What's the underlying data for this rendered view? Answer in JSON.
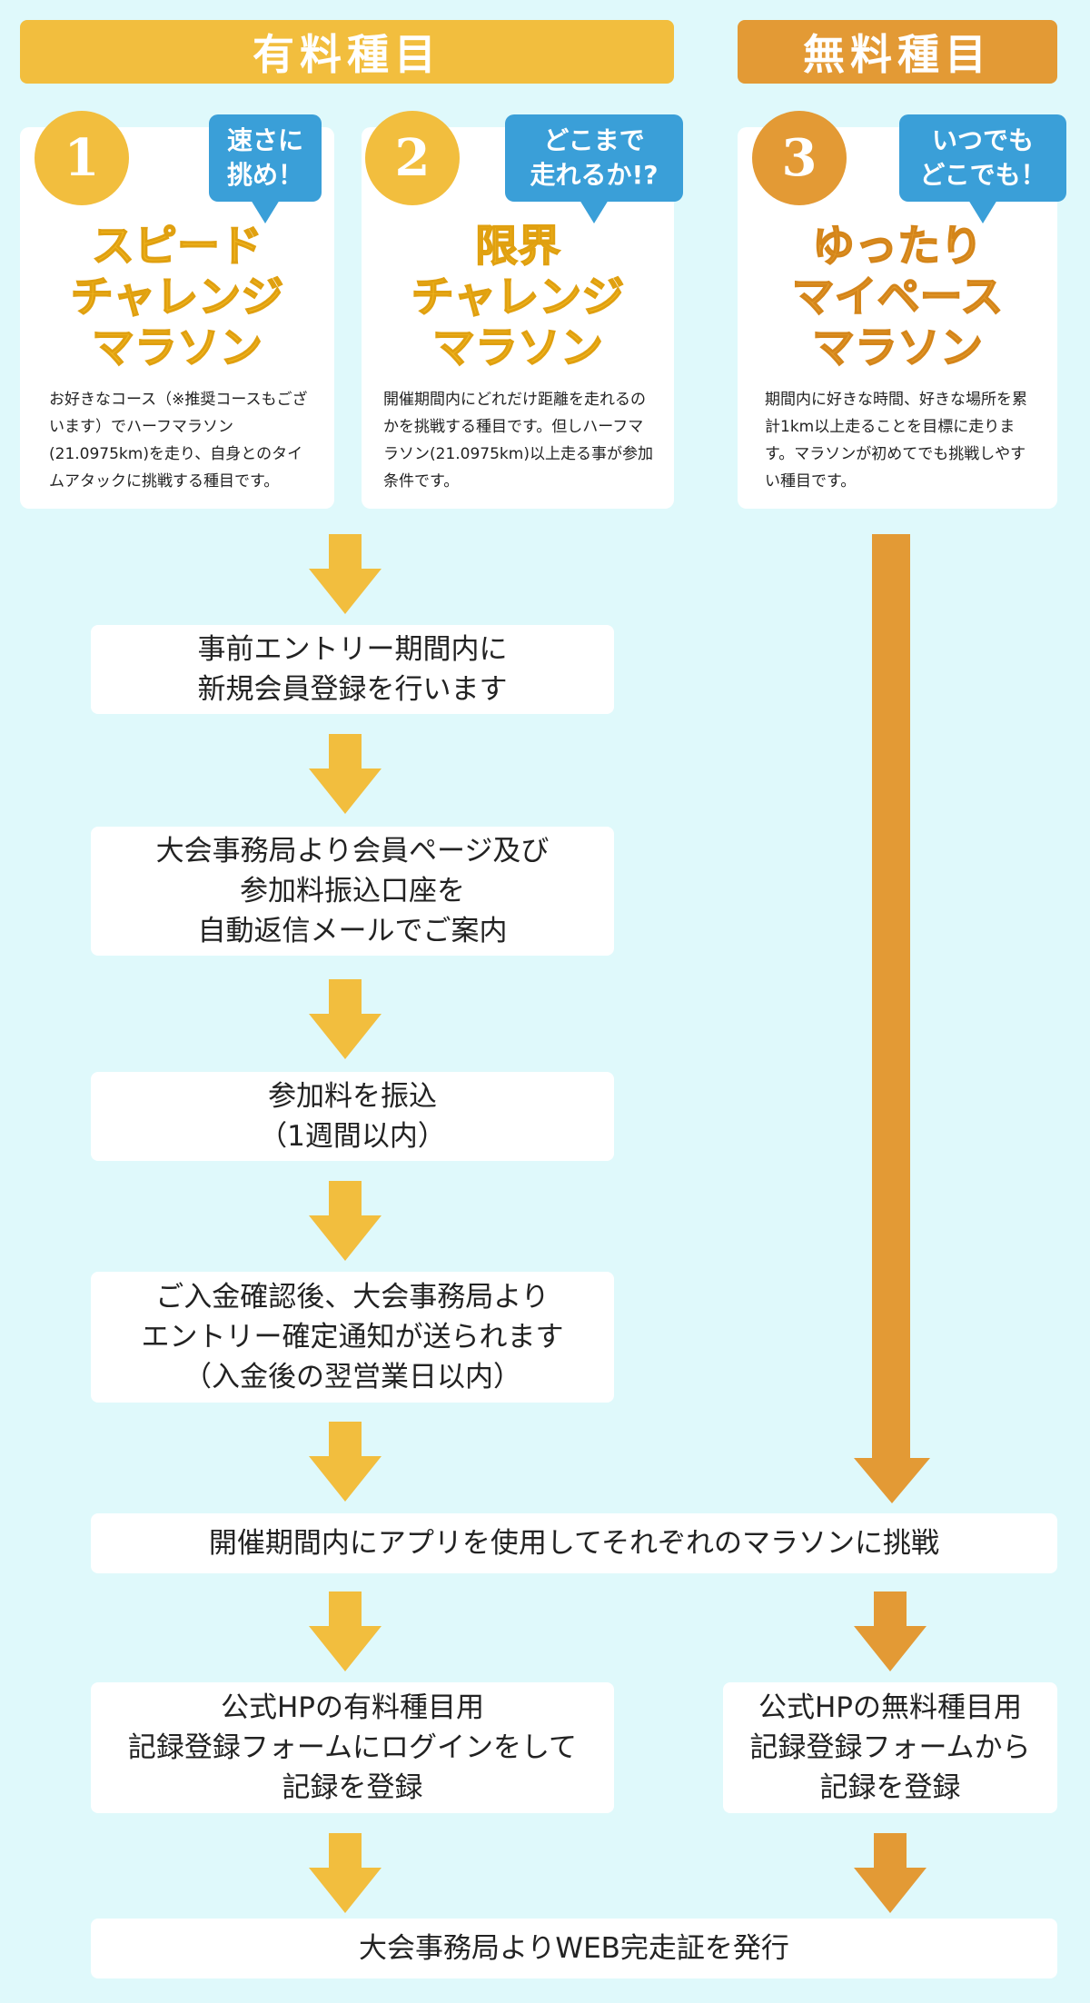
{
  "colors": {
    "paid_accent": "#f2be3e",
    "free_accent": "#e39a35",
    "bubble": "#3a9fd8",
    "background": "#dff9fb"
  },
  "headers": {
    "paid": "有料種目",
    "free": "無料種目"
  },
  "categories": [
    {
      "number": "1",
      "bubble": "速さに\n挑め！",
      "title": "スピード\nチャレンジ\nマラソン",
      "description": "お好きなコース（※推奨コースもございます）でハーフマラソン(21.0975km)を走り、自身とのタイムアタックに挑戦する種目です。"
    },
    {
      "number": "2",
      "bubble": "どこまで\n走れるか!?",
      "title": "限界\nチャレンジ\nマラソン",
      "description": "開催期間内にどれだけ距離を走れるのかを挑戦する種目です。但しハーフマラソン(21.0975km)以上走る事が参加条件です。"
    },
    {
      "number": "3",
      "bubble": "いつでも\nどこでも！",
      "title": "ゆったり\nマイペース\nマラソン",
      "description": "期間内に好きな時間、好きな場所を累計1km以上走ることを目標に走ります。マラソンが初めてでも挑戦しやすい種目です。"
    }
  ],
  "steps": {
    "step1": "事前エントリー期間内に\n新規会員登録を行います",
    "step2": "大会事務局より会員ページ及び\n参加料振込口座を\n自動返信メールでご案内",
    "step3": "参加料を振込\n（1週間以内）",
    "step4": "ご入金確認後、大会事務局より\nエントリー確定通知が送られます\n（入金後の翌営業日以内）",
    "step5": "開催期間内にアプリを使用してそれぞれのマラソンに挑戦",
    "step6_paid": "公式HPの有料種目用\n記録登録フォームにログインをして\n記録を登録",
    "step6_free": "公式HPの無料種目用\n記録登録フォームから\n記録を登録",
    "step7": "大会事務局よりWEB完走証を発行"
  }
}
